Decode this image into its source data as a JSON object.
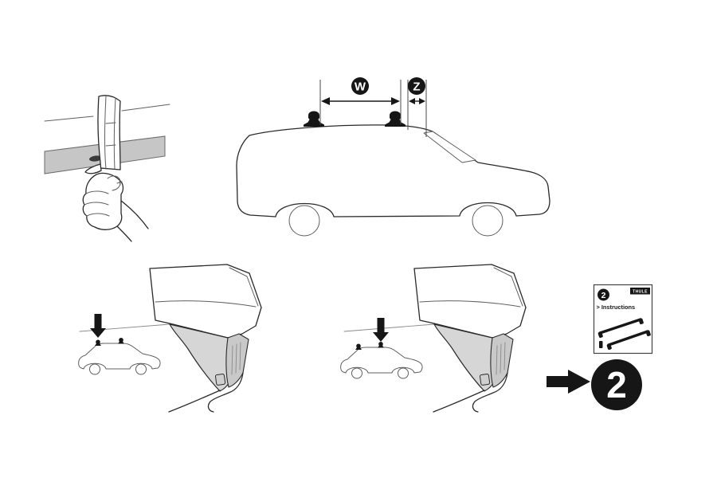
{
  "page": {
    "background": "#ffffff"
  },
  "colors": {
    "ink": "#2a2a2a",
    "black_fill": "#161616",
    "door_band_gray": "#c6c6c6",
    "bracket_gray": "#d6d6d6",
    "strip_gray": "#c9c9c9"
  },
  "dimensions": {
    "width_label": "W",
    "offset_label": "Z"
  },
  "instruction_card": {
    "step_number": "2",
    "brand": "THULE",
    "title": "> Instructions"
  },
  "step_badge": {
    "number": "2"
  },
  "icons": {
    "down_arrow": "▼",
    "right_arrow": "➜"
  }
}
